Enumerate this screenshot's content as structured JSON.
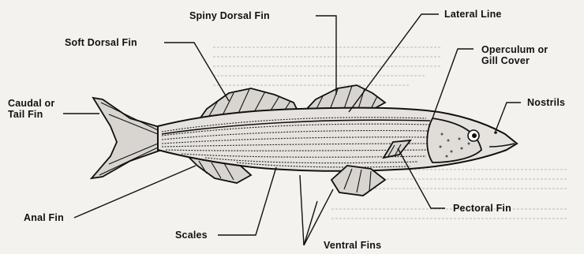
{
  "labels": {
    "spiny_dorsal_fin": "Spiny Dorsal Fin",
    "lateral_line": "Lateral Line",
    "soft_dorsal_fin": "Soft Dorsal Fin",
    "operculum_line1": "Operculum or",
    "operculum_line2": "Gill Cover",
    "caudal_line1": "Caudal or",
    "caudal_line2": "Tail Fin",
    "nostrils": "Nostrils",
    "pectoral_fin": "Pectoral Fin",
    "anal_fin": "Anal Fin",
    "scales": "Scales",
    "ventral_fins": "Ventral Fins"
  },
  "colors": {
    "ink": "#111111",
    "paper": "#f4f2ef"
  }
}
